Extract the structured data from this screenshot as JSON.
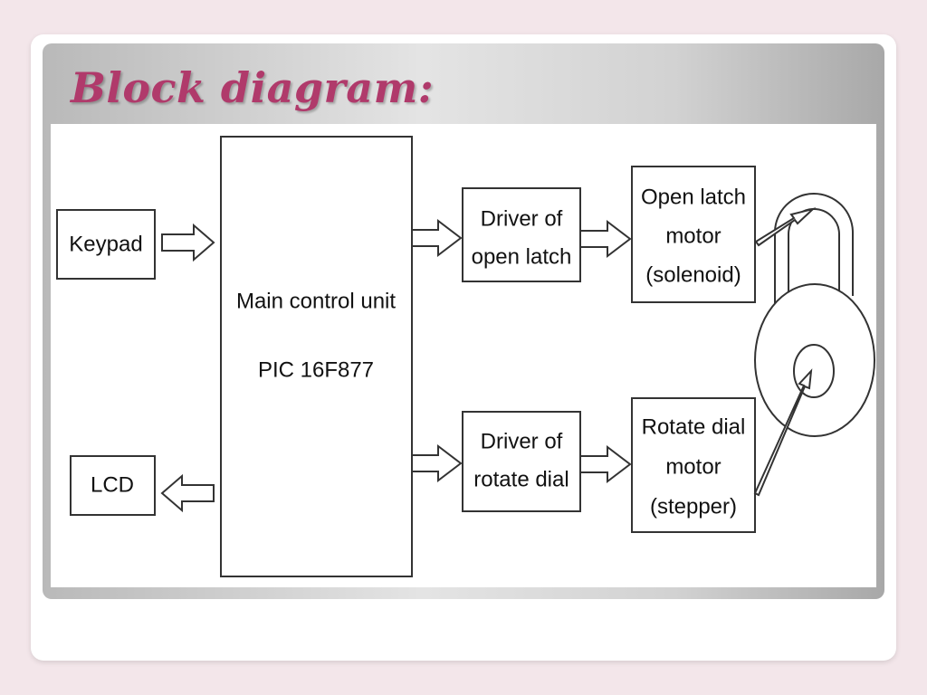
{
  "slide": {
    "title": "Block  diagram:"
  },
  "diagram": {
    "keypad": "Keypad",
    "lcd": "LCD",
    "main_unit": {
      "line1": "Main control unit",
      "line2": "PIC 16F877"
    },
    "driver_open_latch": {
      "line1": "Driver of",
      "line2": "open latch"
    },
    "driver_rotate_dial": {
      "line1": "Driver of",
      "line2": "rotate dial"
    },
    "open_latch_motor": {
      "line1": "Open latch",
      "line2": "motor",
      "line3": "(solenoid)"
    },
    "rotate_dial_motor": {
      "line1": "Rotate dial",
      "line2": "motor",
      "line3": "(stepper)"
    }
  }
}
